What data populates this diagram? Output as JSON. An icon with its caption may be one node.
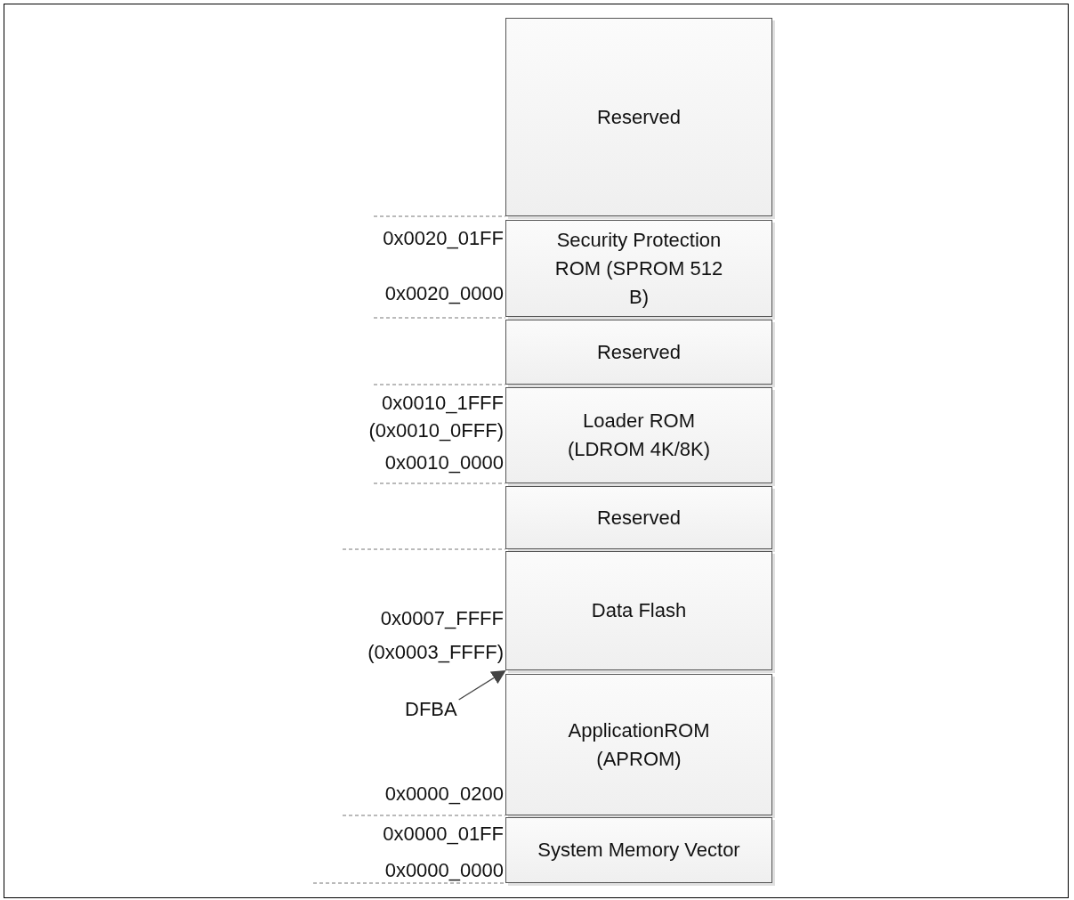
{
  "diagram": {
    "nodes": [
      {
        "text": [
          "Reserved"
        ]
      },
      {
        "text": [
          "Security Protection ROM (SPROM 512 B)"
        ]
      },
      {
        "text": [
          "Reserved"
        ]
      },
      {
        "text": [
          "Loader ROM (LDROM 4K/8K)"
        ]
      },
      {
        "text": [
          "Reserved"
        ]
      },
      {
        "text": [
          "Data Flash"
        ]
      },
      {
        "text": [
          "ApplicationROM (APROM)"
        ]
      },
      {
        "text": [
          "System Memory Vector"
        ]
      },
      {
        "text": [
          "DFBA"
        ]
      }
    ],
    "edges": [
      {
        "from": 8,
        "to": 5,
        "arrow": "to"
      }
    ],
    "labels": [
      "0x0020_01FF",
      "0x0020_0000",
      "0x0010_1FFF",
      "(0x0010_0FFF)",
      "0x0010_0000",
      "0x0007_FFFF",
      "(0x0003_FFFF)",
      "0x0000_0200",
      "0x0000_01FF",
      "0x0000_0000"
    ]
  }
}
